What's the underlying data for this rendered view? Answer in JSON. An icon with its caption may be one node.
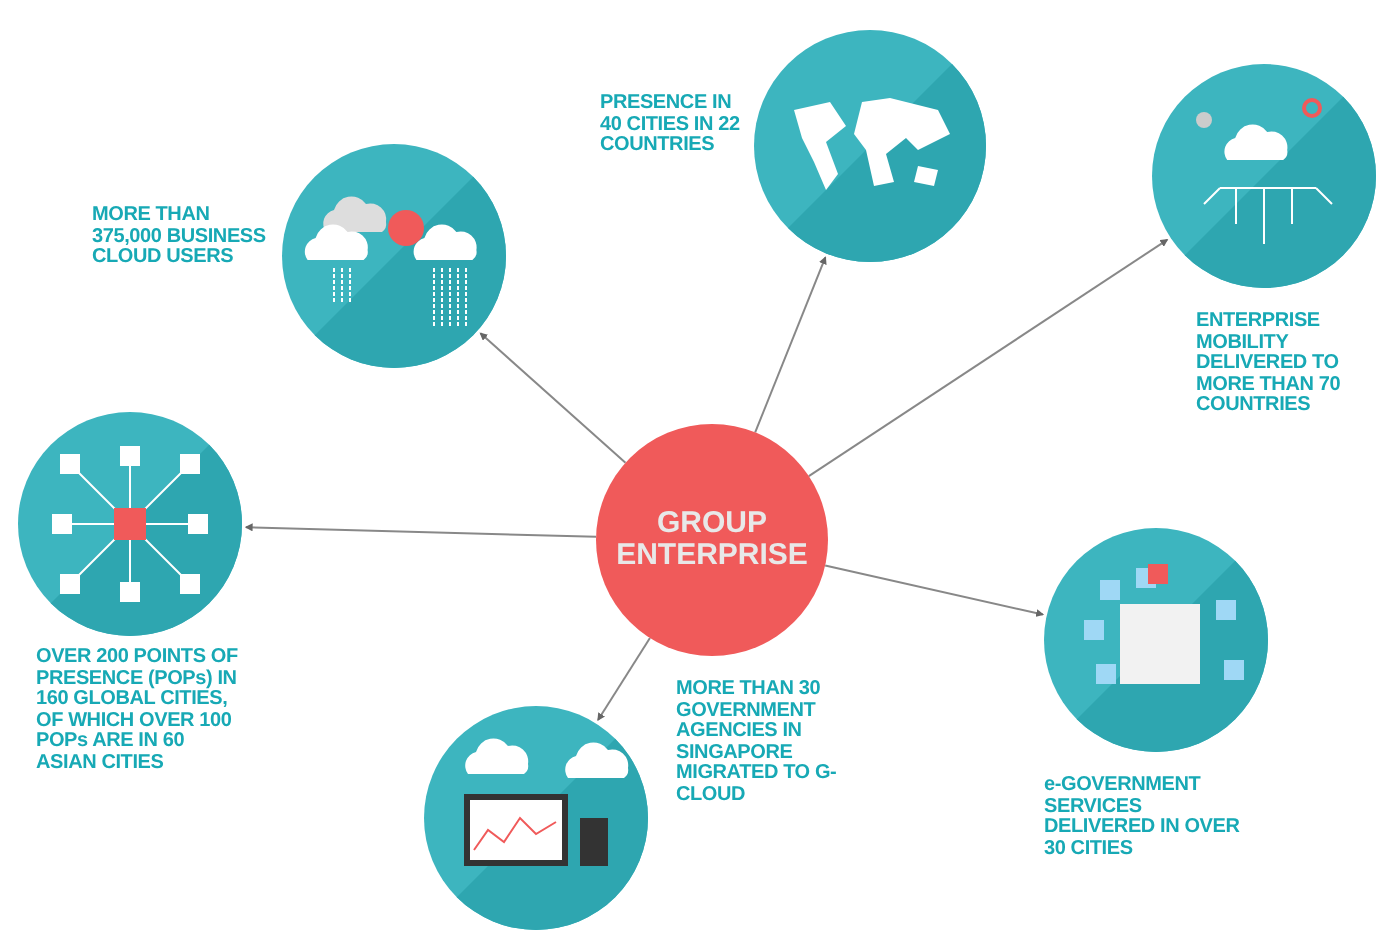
{
  "diagram": {
    "nodes": [
      {
        "text": [
          "GROUP ENTERPRISE"
        ]
      },
      {
        "text": [],
        "shape": "circle",
        "beside": [
          "MORE THAN 375,000 BUSINESS CLOUD USERS"
        ]
      },
      {
        "text": [],
        "shape": "circle",
        "beside": [
          "PRESENCE IN 40 CITIES IN 22 COUNTRIES"
        ]
      },
      {
        "text": [],
        "shape": "circle",
        "beside": [
          "ENTERPRISE MOBILITY DELIVERED TO MORE THAN 70 COUNTRIES"
        ]
      },
      {
        "text": [],
        "shape": "circle",
        "beside": [
          "OVER 200 POINTS OF PRESENCE (POPs) IN 160 GLOBAL CITIES, OF WHICH OVER 100 POPs ARE IN 60 ASIAN CITIES"
        ]
      },
      {
        "text": [],
        "shape": "circle",
        "beside": [
          "MORE THAN 30 GOVERNMENT AGENCIES IN SINGAPORE MIGRATED TO G-CLOUD"
        ]
      },
      {
        "text": [],
        "shape": "circle",
        "beside": [
          "e-GOVERNMENT SERVICES DELIVERED IN OVER 30 CITIES"
        ]
      }
    ],
    "edges": [
      {
        "from": 0,
        "to": 1,
        "arrow": "to"
      },
      {
        "from": 0,
        "to": 2,
        "arrow": "to"
      },
      {
        "from": 0,
        "to": 3,
        "arrow": "to"
      },
      {
        "from": 0,
        "to": 4,
        "arrow": "to"
      },
      {
        "from": 0,
        "to": 5,
        "arrow": "to"
      },
      {
        "from": 0,
        "to": 6,
        "arrow": "to"
      }
    ]
  }
}
